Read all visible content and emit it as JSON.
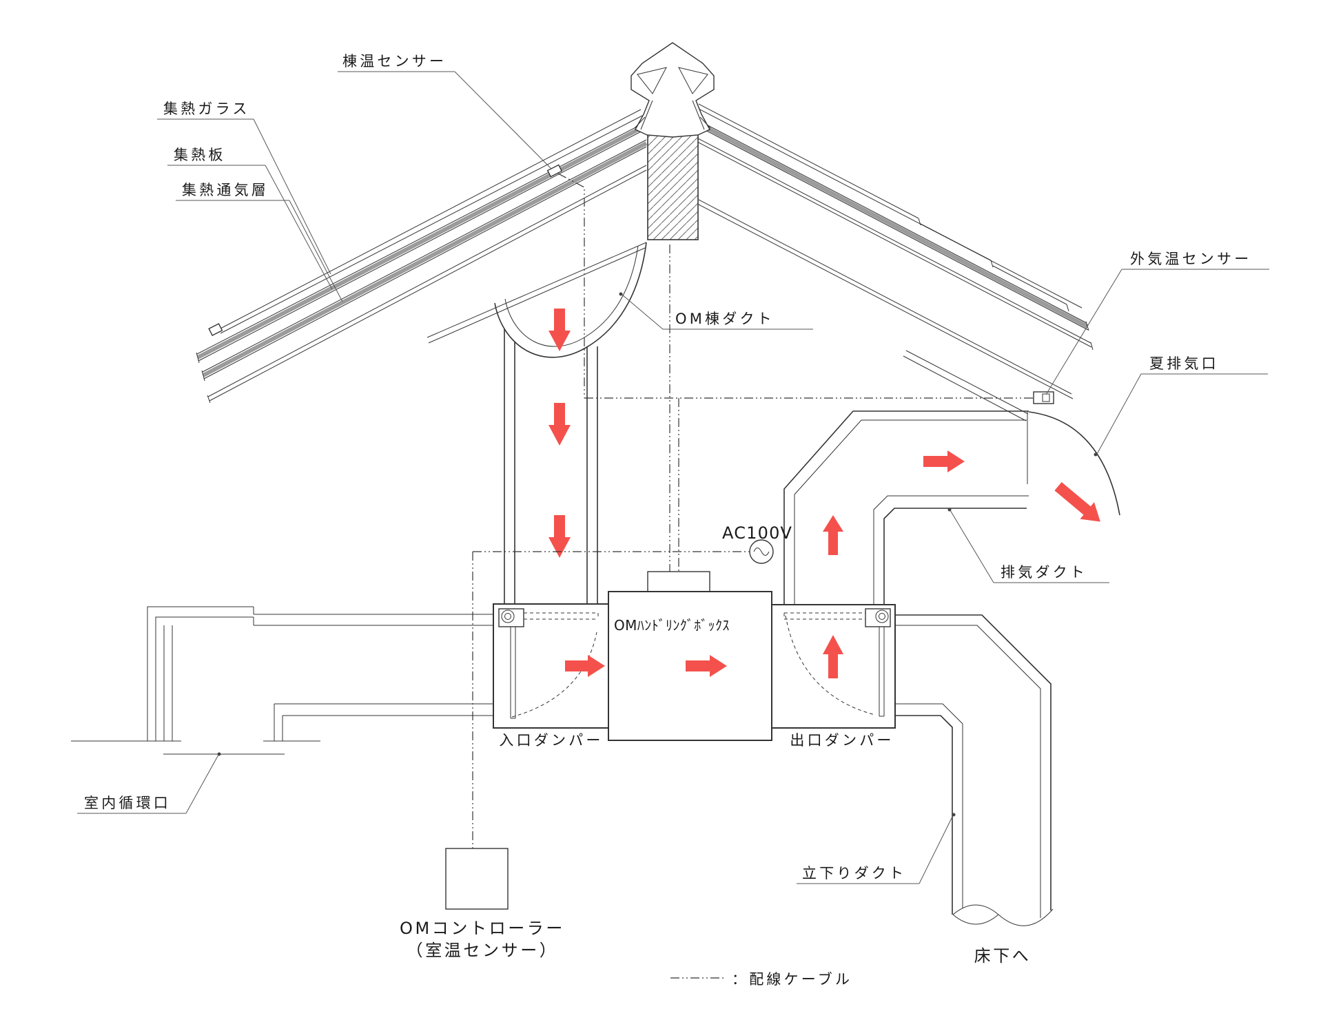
{
  "diagram": {
    "type": "om-solar-air-heating-system-section",
    "labels": {
      "ridge_temp_sensor": "棟温センサー",
      "collector_glass": "集熱ガラス",
      "collector_plate": "集熱板",
      "collector_air_layer": "集熱通気層",
      "om_ridge_duct": "OM棟ダクト",
      "outdoor_temp_sensor": "外気温センサー",
      "summer_exhaust_port": "夏排気口",
      "exhaust_duct": "排気ダクト",
      "ac_power": "AC100V",
      "handling_box": "OMﾊﾝﾄﾞﾘﾝｸﾞﾎﾞｯｸｽ",
      "inlet_damper": "入口ダンパー",
      "outlet_damper": "出口ダンパー",
      "room_circulation_port": "室内循環口",
      "om_controller_line1": "OMコントローラー",
      "om_controller_line2": "（室温センサー）",
      "downpipe_duct": "立下りダクト",
      "to_underfloor": "床下へ",
      "legend_wiring_cable": "：配線ケーブル"
    },
    "colors": {
      "line": "#333333",
      "arrow_red": "#f4514c",
      "roof_gray": "#9b9b9b",
      "background": "#ffffff"
    }
  }
}
